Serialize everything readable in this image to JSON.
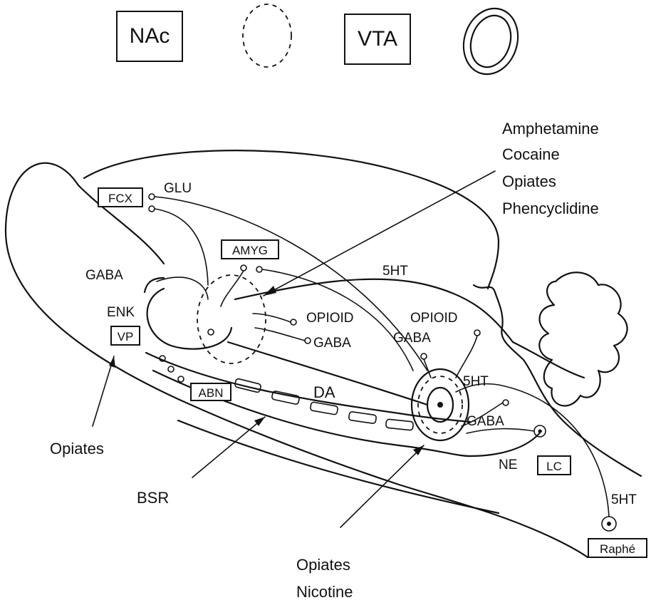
{
  "legend": {
    "nac": "NAc",
    "vta": "VTA"
  },
  "regions": {
    "fcx": "FCX",
    "amyg": "AMYG",
    "vp": "VP",
    "abn": "ABN",
    "lc": "LC",
    "raphe": "Raphé"
  },
  "transmitters": {
    "glu": "GLU",
    "gaba_left": "GABA",
    "enk": "ENK",
    "ht_top": "5HT",
    "opioid_mid": "OPIOID",
    "gaba_mid": "GABA",
    "opioid_right": "OPIOID",
    "gaba_right": "GABA",
    "ht_right": "5HT",
    "gaba_lower": "GABA",
    "da": "DA",
    "ne": "NE",
    "ht_bottom": "5HT"
  },
  "drug_labels": {
    "nac_drugs": [
      "Amphetamine",
      "Cocaine",
      "Opiates",
      "Phencyclidine"
    ],
    "vp_drug": "Opiates",
    "bsr": "BSR",
    "vta_drugs": [
      "Opiates",
      "Nicotine"
    ]
  }
}
